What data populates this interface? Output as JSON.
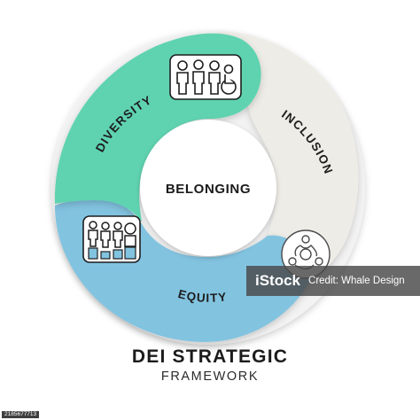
{
  "diagram": {
    "center_label": "BELONGING",
    "segments": [
      {
        "id": "diversity",
        "label": "DIVERSITY",
        "color": "#5fd3b0",
        "icon": "people-with-wheelchair-icon"
      },
      {
        "id": "inclusion",
        "label": "INCLUSION",
        "color": "#eeece6",
        "icon": "connected-people-circle-icon"
      },
      {
        "id": "equity",
        "label": "EQUITY",
        "color": "#82c3e0",
        "icon": "people-on-steps-icon"
      }
    ]
  },
  "title": "DEI STRATEGIC",
  "subtitle": "FRAMEWORK",
  "watermark": {
    "brand": "iStock",
    "credit": "Credit: Whale Design"
  },
  "image_id": "2185677713"
}
